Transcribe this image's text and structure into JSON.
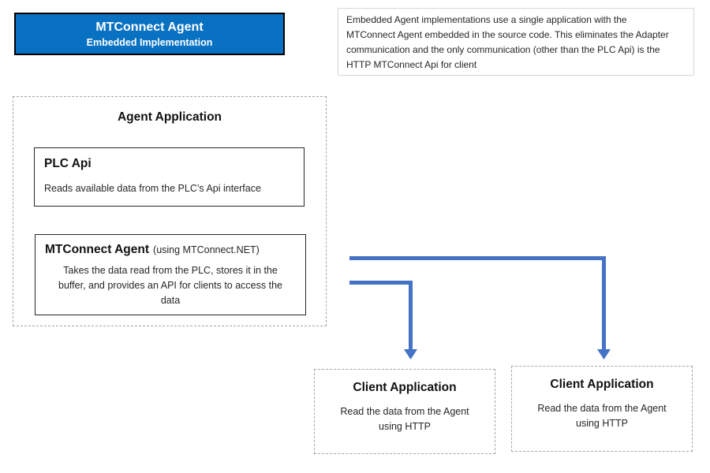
{
  "diagram": {
    "header": {
      "title": "MTConnect Agent",
      "subtitle": "Embedded Implementation"
    },
    "description": "Embedded Agent implementations use a single application with the\nMTConnect Agent embedded in the source code. This eliminates the Adapter\ncommunication and the only communication (other than the PLC Api) is the\nHTTP MTConnect Api for client",
    "agent_application": {
      "title": "Agent Application",
      "plc_api": {
        "title": "PLC Api",
        "description": "Reads available data from the PLC’s Api interface"
      },
      "mtconnect_agent": {
        "title": "MTConnect Agent",
        "title_note": "(using MTConnect.NET)",
        "description": "Takes the data read from the PLC, stores it in the\nbuffer, and provides an API for clients to access the\ndata"
      }
    },
    "clients": [
      {
        "title": "Client Application",
        "description": "Read the data from the Agent\nusing HTTP"
      },
      {
        "title": "Client Application",
        "description": "Read the data from the Agent\nusing HTTP"
      }
    ],
    "colors": {
      "header_bg": "#0871c2",
      "header_border": "#000000",
      "arrow": "#4472c4",
      "solid_box_border": "#262626",
      "dashed_border": "#a6a6a6"
    }
  }
}
